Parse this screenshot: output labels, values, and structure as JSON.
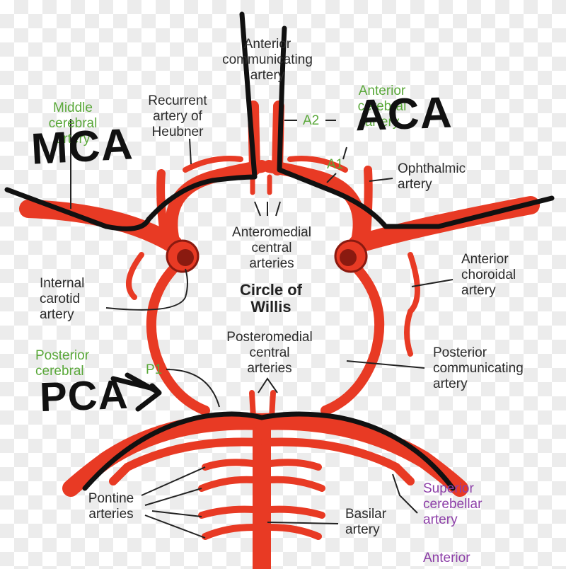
{
  "diagram": {
    "title": "Circle of Willis",
    "labels": {
      "anterior_communicating": "Anterior communicating artery",
      "anterior_communicating_l1": "Anterior",
      "anterior_communicating_l2": "communicating",
      "anterior_communicating_l3": "artery",
      "recurrent_l1": "Recurrent",
      "recurrent_l2": "artery of",
      "recurrent_l3": "Heubner",
      "middle_cerebral_l1": "Middle",
      "middle_cerebral_l2": "cerebral",
      "middle_cerebral_l3": "artery",
      "anterior_cerebral_l1": "Anterior",
      "anterior_cerebral_l2": "cerebral",
      "anterior_cerebral_l3": "artery",
      "a2": "A2",
      "a1": "A1",
      "ophthalmic_l1": "Ophthalmic",
      "ophthalmic_l2": "artery",
      "anteromedial_l1": "Anteromedial",
      "anteromedial_l2": "central",
      "anteromedial_l3": "arteries",
      "anterior_choroidal_l1": "Anterior",
      "anterior_choroidal_l2": "choroidal",
      "anterior_choroidal_l3": "artery",
      "internal_carotid_l1": "Internal",
      "internal_carotid_l2": "carotid",
      "internal_carotid_l3": "artery",
      "circle_l1": "Circle of",
      "circle_l2": "Willis",
      "posteromedial_l1": "Posteromedial",
      "posteromedial_l2": "central",
      "posteromedial_l3": "arteries",
      "posterior_cerebral_l1": "Posterior",
      "posterior_cerebral_l2": "cerebral",
      "p1": "P1",
      "posterior_communicating_l1": "Posterior",
      "posterior_communicating_l2": "communicating",
      "posterior_communicating_l3": "artery",
      "pontine_l1": "Pontine",
      "pontine_l2": "arteries",
      "basilar_l1": "Basilar",
      "basilar_l2": "artery",
      "superior_cerebellar_l1": "Superior",
      "superior_cerebellar_l2": "cerebellar",
      "superior_cerebellar_l3": "artery",
      "anterior_inferior_l1": "Anterior"
    },
    "handwritten": {
      "mca": "MCA",
      "aca": "ACA",
      "pca": "PCA"
    },
    "colors": {
      "artery": "#e83a24",
      "artery_dark": "#b8261a",
      "label_green": "#5aa83a",
      "label_purple": "#8d3fa8",
      "ink": "#111111"
    }
  }
}
